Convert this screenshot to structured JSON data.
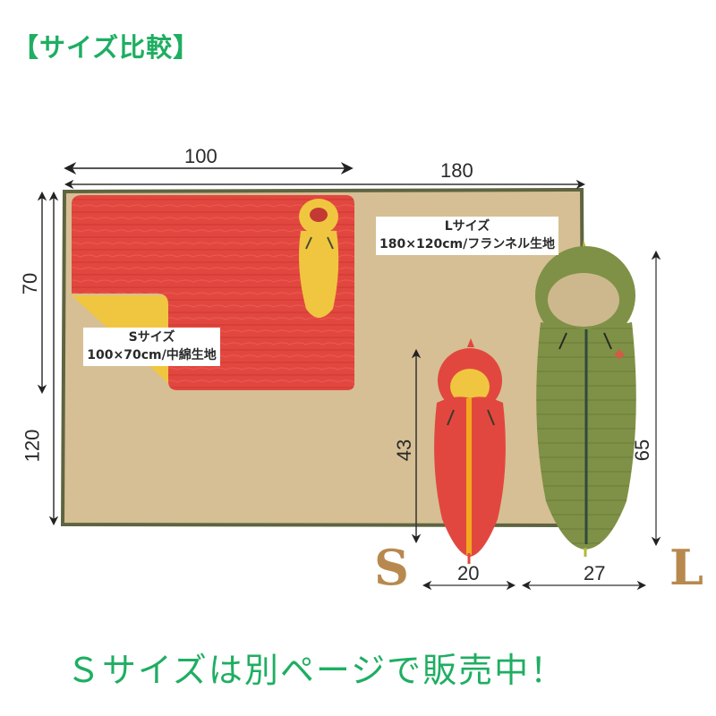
{
  "title": "【サイズ比較】",
  "footer": "Ｓサイズは別ページで販売中！",
  "dimensions": {
    "top_short": "100",
    "top_long": "180",
    "left_short": "70",
    "left_long": "120",
    "s_height": "43",
    "l_height": "65",
    "s_width": "20",
    "l_width": "27"
  },
  "labels": {
    "s_size": {
      "name": "Sサイズ",
      "spec": "100×70cm/中綿生地"
    },
    "l_size": {
      "name": "Lサイズ",
      "spec": "180×120cm/フランネル生地"
    }
  },
  "size_letters": {
    "small": "S",
    "large": "L"
  },
  "colors": {
    "accent_green": "#1fae62",
    "blanket_tan": "#d6bf94",
    "blanket_border": "#5e6440",
    "red_quilt": "#e2473f",
    "yellow_lining": "#f0c640",
    "olive_bag": "#7f9146",
    "letter_brown": "#b8894e"
  }
}
